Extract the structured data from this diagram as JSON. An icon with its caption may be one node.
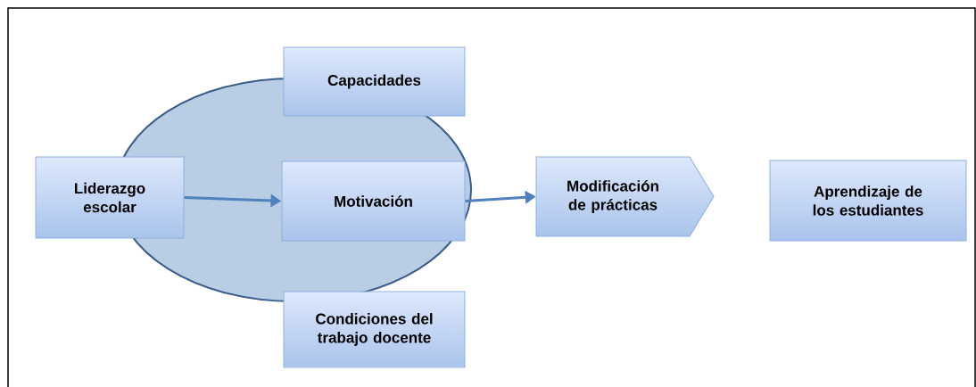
{
  "diagram": {
    "nodes": [
      {
        "text": [
          "Liderazgo escolar"
        ]
      },
      {
        "text": [
          "Capacidades"
        ]
      },
      {
        "text": [
          "Motivación"
        ]
      },
      {
        "text": [
          "Modificación de prácticas"
        ]
      },
      {
        "text": [
          "Condiciones del trabajo docente"
        ]
      },
      {
        "text": [
          "Aprendizaje de los estudiantes"
        ]
      }
    ],
    "edges": [
      {
        "from": 0,
        "to": 2,
        "arrow": "to"
      },
      {
        "from": 2,
        "to": 3,
        "arrow": "to"
      }
    ]
  }
}
